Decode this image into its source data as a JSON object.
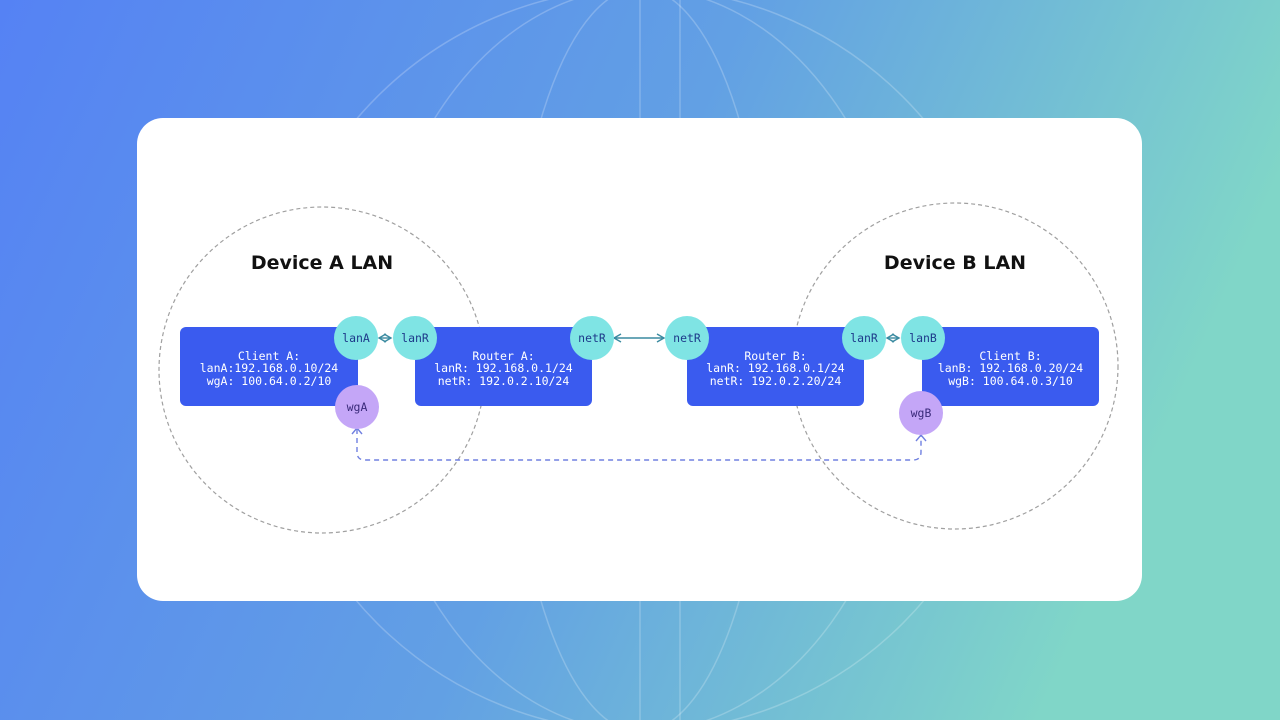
{
  "colors": {
    "bg_start": "#5582f4",
    "bg_end": "#80d6c8",
    "device_box": "#3a5bef",
    "lan_port": "#7fe4e4",
    "wg_port": "#c4a6f7",
    "link_line": "#3a8aa0",
    "wg_tunnel": "#7080e0",
    "boundary": "#a0a0a0"
  },
  "lans": {
    "a": {
      "title": "Device A LAN"
    },
    "b": {
      "title": "Device B LAN"
    }
  },
  "devices": {
    "client_a": {
      "name": "Client A:",
      "line1": "lanA:192.168.0.10/24",
      "line2": "wgA: 100.64.0.2/10"
    },
    "router_a": {
      "name": "Router A:",
      "line1": "lanR: 192.168.0.1/24",
      "line2": "netR: 192.0.2.10/24"
    },
    "router_b": {
      "name": "Router B:",
      "line1": "lanR: 192.168.0.1/24",
      "line2": "netR: 192.0.2.20/24"
    },
    "client_b": {
      "name": "Client B:",
      "line1": "lanB: 192.168.0.20/24",
      "line2": "wgB: 100.64.0.3/10"
    }
  },
  "ports": {
    "lanA": "lanA",
    "lanR_a": "lanR",
    "netR_a": "netR",
    "netR_b": "netR",
    "lanR_b": "lanR",
    "lanB": "lanB",
    "wgA": "wgA",
    "wgB": "wgB"
  }
}
